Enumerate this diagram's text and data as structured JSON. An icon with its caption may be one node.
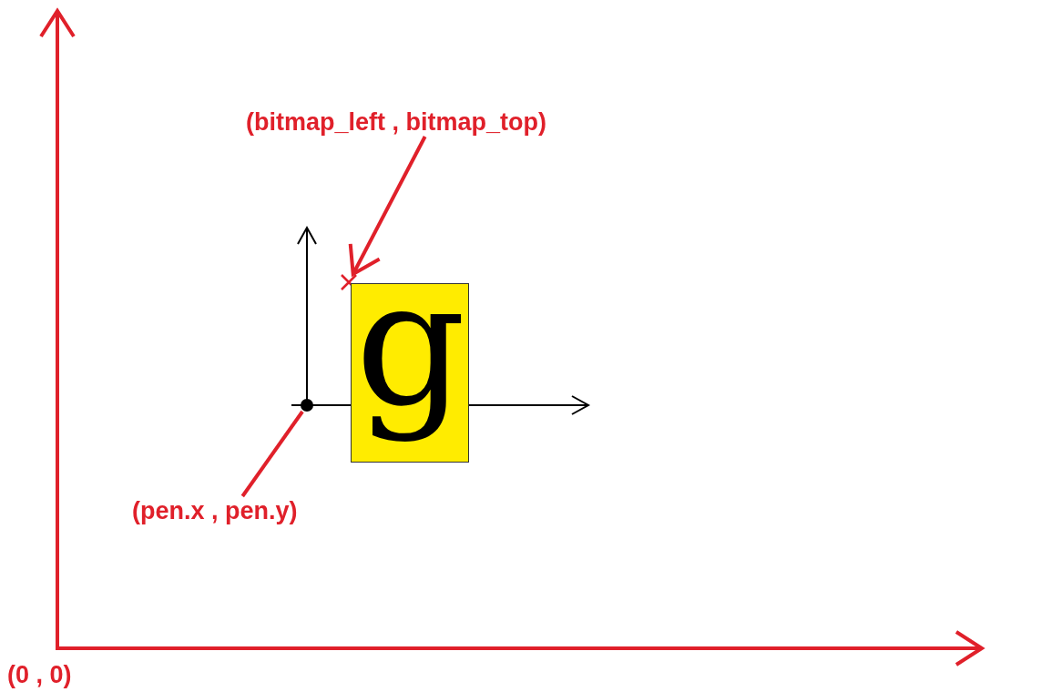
{
  "diagram": {
    "nodes": [
      {
        "text": [
          "(bitmap_left , bitmap_top)"
        ]
      },
      {
        "text": [],
        "shape": "cross"
      },
      {
        "text": [
          "(pen.x , pen.y)"
        ]
      },
      {
        "text": [],
        "shape": "circle"
      },
      {
        "text": [
          "g"
        ]
      }
    ],
    "edges": [
      {
        "from": 0,
        "to": 1,
        "arrow": "to"
      },
      {
        "from": 2,
        "to": 3,
        "arrow": "none"
      }
    ],
    "labels": [
      "(0 , 0)"
    ]
  }
}
